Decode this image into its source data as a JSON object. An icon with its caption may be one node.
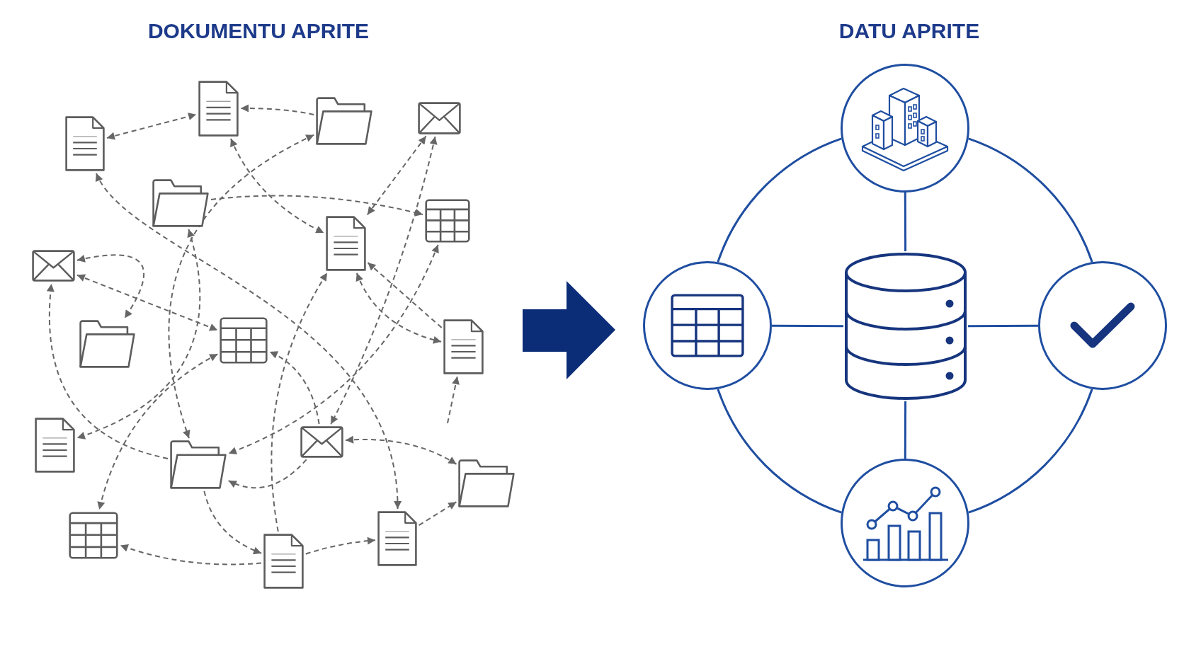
{
  "diagram": {
    "nodes": [
      {
        "text": [],
        "shape": "document"
      },
      {
        "text": [],
        "shape": "document"
      },
      {
        "text": [],
        "shape": "folder"
      },
      {
        "text": [],
        "shape": "envelope"
      },
      {
        "text": [],
        "shape": "folder"
      },
      {
        "text": [],
        "shape": "table"
      },
      {
        "text": [],
        "shape": "envelope"
      },
      {
        "text": [],
        "shape": "document"
      },
      {
        "text": [],
        "shape": "folder"
      },
      {
        "text": [],
        "shape": "table"
      },
      {
        "text": [],
        "shape": "document"
      },
      {
        "text": [],
        "shape": "document"
      },
      {
        "text": [],
        "shape": "envelope"
      },
      {
        "text": [],
        "shape": "folder"
      },
      {
        "text": [],
        "shape": "folder"
      },
      {
        "text": [],
        "shape": "table"
      },
      {
        "text": [],
        "shape": "document"
      },
      {
        "text": [],
        "shape": "document"
      },
      {
        "text": [],
        "shape": "circle"
      },
      {
        "text": [],
        "shape": "circle"
      },
      {
        "text": [],
        "shape": "cylinder"
      },
      {
        "text": [],
        "shape": "circle"
      },
      {
        "text": [],
        "shape": "circle"
      }
    ],
    "edges": [
      {
        "from": 0,
        "to": 1,
        "arrow": "both",
        "style": "dashed"
      },
      {
        "from": 2,
        "to": 1,
        "arrow": "to",
        "style": "dashed"
      },
      {
        "from": 1,
        "to": 7,
        "arrow": "both",
        "style": "dashed"
      },
      {
        "from": 4,
        "to": 5,
        "arrow": "to",
        "style": "dashed"
      },
      {
        "from": 2,
        "to": 13,
        "arrow": "both",
        "style": "dashed"
      },
      {
        "from": 3,
        "to": 7,
        "arrow": "both",
        "style": "dashed"
      },
      {
        "from": 3,
        "to": 12,
        "arrow": "both",
        "style": "dashed"
      },
      {
        "from": 5,
        "to": 13,
        "arrow": "both",
        "style": "dashed"
      },
      {
        "from": 10,
        "to": 7,
        "arrow": "to",
        "style": "dashed"
      },
      {
        "from": 7,
        "to": 10,
        "arrow": "both",
        "style": "dashed"
      },
      {
        "from": 6,
        "to": 9,
        "arrow": "both",
        "style": "dashed"
      },
      {
        "from": 13,
        "to": 6,
        "arrow": "to",
        "style": "dashed"
      },
      {
        "from": 0,
        "to": 16,
        "arrow": "both",
        "style": "dashed"
      },
      {
        "from": 6,
        "to": 8,
        "arrow": "both",
        "style": "dashed"
      },
      {
        "from": 4,
        "to": 11,
        "arrow": "both",
        "style": "dashed"
      },
      {
        "from": 12,
        "to": 9,
        "arrow": "to",
        "style": "dashed"
      },
      {
        "from": 9,
        "to": 15,
        "arrow": "both",
        "style": "dashed"
      },
      {
        "from": 13,
        "to": 17,
        "arrow": "to",
        "style": "dashed"
      },
      {
        "from": 17,
        "to": 15,
        "arrow": "to",
        "style": "dashed"
      },
      {
        "from": 12,
        "to": 13,
        "arrow": "to",
        "style": "dashed"
      },
      {
        "from": 17,
        "to": 7,
        "arrow": "to",
        "style": "dashed"
      },
      {
        "from": 12,
        "to": 14,
        "arrow": "both",
        "style": "dashed"
      },
      {
        "from": null,
        "to": 10,
        "arrow": "to",
        "style": "dashed"
      },
      {
        "from": 16,
        "to": 14,
        "arrow": "to",
        "style": "dashed"
      },
      {
        "from": 17,
        "to": 16,
        "arrow": "to",
        "style": "dashed"
      },
      {
        "from": 19,
        "to": 18,
        "arrow": "none",
        "color": "#1f4ea1"
      },
      {
        "from": 18,
        "to": 21,
        "arrow": "none",
        "color": "#1f4ea1"
      },
      {
        "from": 21,
        "to": 22,
        "arrow": "none",
        "color": "#1f4ea1"
      },
      {
        "from": 22,
        "to": 19,
        "arrow": "none",
        "color": "#1f4ea1"
      },
      {
        "from": 18,
        "to": 20,
        "arrow": "none",
        "color": "#1f4ea1"
      },
      {
        "from": 19,
        "to": 20,
        "arrow": "none",
        "color": "#1f4ea1"
      },
      {
        "from": 20,
        "to": 21,
        "arrow": "none",
        "color": "#1f4ea1"
      },
      {
        "from": 20,
        "to": 22,
        "arrow": "none",
        "color": "#1f4ea1"
      }
    ],
    "labels": [
      "DOKUMENTU APRITE",
      "DATU APRITE"
    ]
  }
}
